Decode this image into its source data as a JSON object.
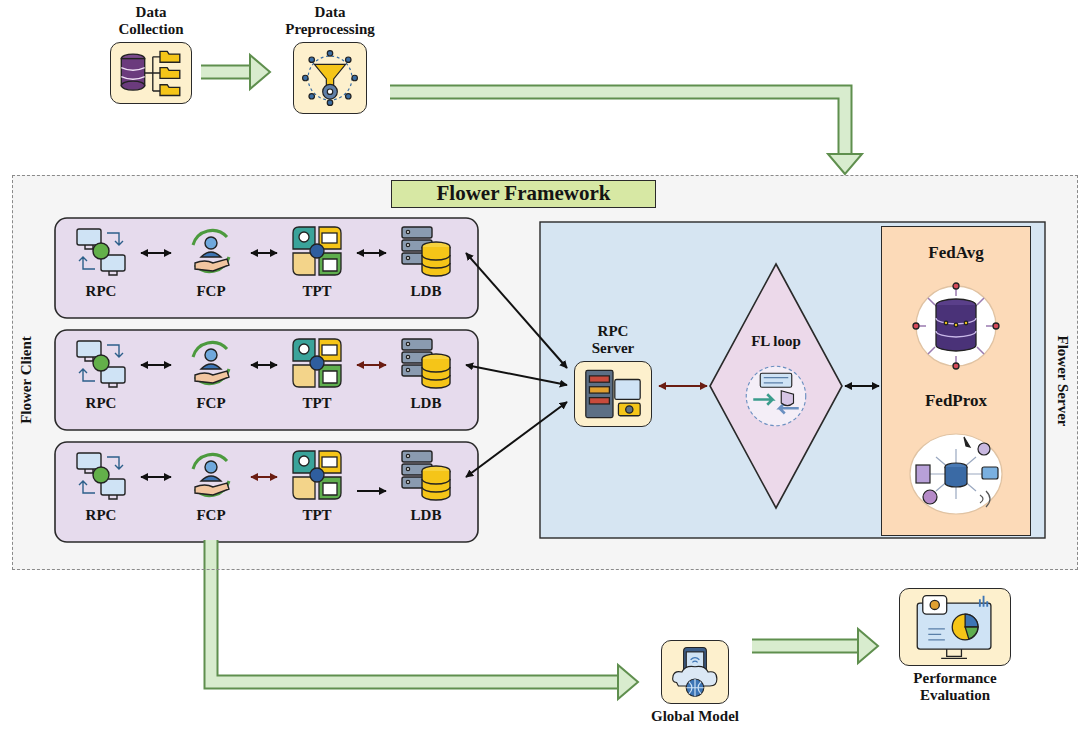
{
  "diagram": {
    "nodes": [
      {
        "text": [
          "Data Collection"
        ]
      },
      {
        "text": [
          "Data Preprocessing"
        ]
      },
      {
        "text": [
          "Flower Framework"
        ]
      },
      {
        "text": [
          "RPC"
        ],
        "in": 2
      },
      {
        "text": [
          "FCP"
        ],
        "in": 2
      },
      {
        "text": [
          "TPT"
        ],
        "in": 2
      },
      {
        "text": [
          "LDB"
        ],
        "in": 2
      },
      {
        "text": [
          "RPC"
        ],
        "in": 2
      },
      {
        "text": [
          "FCP"
        ],
        "in": 2
      },
      {
        "text": [
          "TPT"
        ],
        "in": 2
      },
      {
        "text": [
          "LDB"
        ],
        "in": 2
      },
      {
        "text": [
          "RPC"
        ],
        "in": 2
      },
      {
        "text": [
          "FCP"
        ],
        "in": 2
      },
      {
        "text": [
          "TPT"
        ],
        "in": 2
      },
      {
        "text": [
          "LDB"
        ],
        "in": 2
      },
      {
        "text": [
          "Flower Server"
        ],
        "in": 2
      },
      {
        "text": [
          "RPC Server"
        ],
        "in": 15
      },
      {
        "text": [
          "FL loop"
        ],
        "in": 15
      },
      {
        "text": [
          "FedAvg",
          "FedProx"
        ],
        "in": 15
      },
      {
        "text": [
          "Global Model"
        ]
      },
      {
        "text": [
          "Performance Evaluation"
        ]
      }
    ],
    "edges": [
      {
        "from": 0,
        "to": 1,
        "arrow": "to"
      },
      {
        "from": 1,
        "to": 2,
        "arrow": "to"
      },
      {
        "from": 3,
        "to": 4,
        "arrow": "both"
      },
      {
        "from": 4,
        "to": 5,
        "arrow": "both"
      },
      {
        "from": 5,
        "to": 6,
        "arrow": "both"
      },
      {
        "from": 7,
        "to": 8,
        "arrow": "both"
      },
      {
        "from": 8,
        "to": 9,
        "arrow": "both"
      },
      {
        "from": 9,
        "to": 10,
        "arrow": "both"
      },
      {
        "from": 11,
        "to": 12,
        "arrow": "both"
      },
      {
        "from": 12,
        "to": 13,
        "arrow": "both"
      },
      {
        "from": 13,
        "to": 14,
        "arrow": "to"
      },
      {
        "from": 6,
        "to": 16,
        "arrow": "both"
      },
      {
        "from": 10,
        "to": 16,
        "arrow": "both"
      },
      {
        "from": 14,
        "to": 16,
        "arrow": "both"
      },
      {
        "from": 16,
        "to": 17,
        "arrow": "both"
      },
      {
        "from": 17,
        "to": 18,
        "arrow": "both"
      },
      {
        "from": 12,
        "to": 19,
        "arrow": "to"
      },
      {
        "from": 19,
        "to": 20,
        "arrow": "to"
      }
    ],
    "labels": [
      "Flower Client"
    ]
  }
}
